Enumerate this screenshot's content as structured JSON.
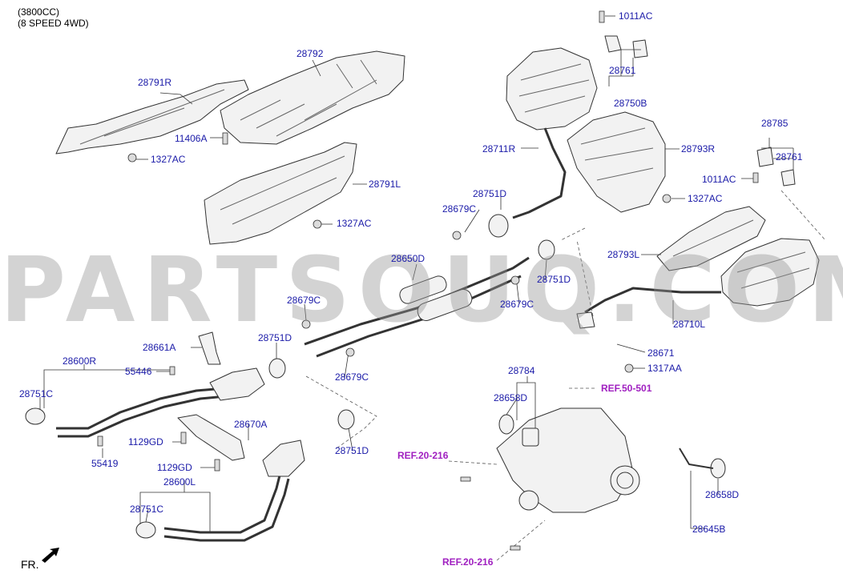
{
  "header": {
    "line1": "(3800CC)",
    "line2": "(8 SPEED 4WD)"
  },
  "watermark": "PARTSOUQ.COM",
  "orientation": "FR.",
  "colors": {
    "label": "#1a1aa8",
    "ref": "#a020c0",
    "line": "#333333",
    "part_fill": "#f2f2f2"
  },
  "labels": {
    "l1011ac_top": "1011AC",
    "l28792": "28792",
    "l28791r": "28791R",
    "l28761_top": "28761",
    "l28750b": "28750B",
    "l11406a": "11406A",
    "l1327ac_a": "1327AC",
    "l28711r": "28711R",
    "l28793r": "28793R",
    "l28785": "28785",
    "l28761_right": "28761",
    "l1011ac_right": "1011AC",
    "l28791l": "28791L",
    "l28751d_a": "28751D",
    "l28679c_a": "28679C",
    "l1327ac_b": "1327AC",
    "l1327ac_c": "1327AC",
    "l28793l": "28793L",
    "l28650d": "28650D",
    "l28751d_b": "28751D",
    "l28679c_b": "28679C",
    "l28679c_c": "28679C",
    "l28710l": "28710L",
    "l28751d_c": "28751D",
    "l28661a": "28661A",
    "l28671": "28671",
    "l28600r": "28600R",
    "l55446": "55446",
    "l28679c_d": "28679C",
    "l1317aa": "1317AA",
    "l28784": "28784",
    "l28751c_a": "28751C",
    "l28658d_a": "28658D",
    "l28670a": "28670A",
    "l1129gd_a": "1129GD",
    "l28751d_d": "28751D",
    "l55419": "55419",
    "l1129gd_b": "1129GD",
    "l28600l": "28600L",
    "l28751c_b": "28751C",
    "l28658d_b": "28658D",
    "l28645b": "28645B"
  },
  "refs": {
    "ref50501": "REF.50-501",
    "ref20216_a": "REF.20-216",
    "ref20216_b": "REF.20-216"
  }
}
